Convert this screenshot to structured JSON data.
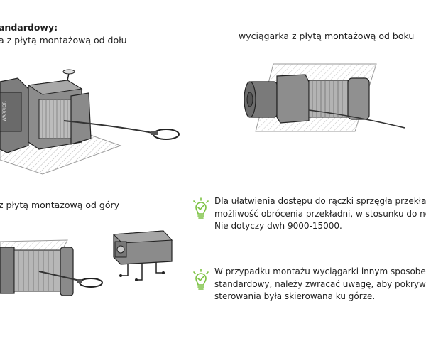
{
  "section": {
    "heading": "andardowy:",
    "caption_bottom_mount": "a z płytą montażową od dołu",
    "caption_side_mount": "wyciągarka z płytą montażową od boku",
    "caption_top_mount": "z płytą montażową od góry"
  },
  "tips": [
    {
      "icon": "lightbulb-check-icon",
      "lines": [
        "Dla ułatwienia dostępu do rączki sprzęgła przekładni",
        "możliwość obrócenia przekładni, w stosunku do nóg",
        "Nie dotyczy dwh 9000-15000."
      ]
    },
    {
      "icon": "lightbulb-check-icon",
      "lines": [
        "W przypadku montażu wyciągarki innym sposobem",
        "standardowy, należy zwracać uwagę, aby pokrywa s",
        "sterowania była skierowana ku górze."
      ]
    }
  ],
  "colors": {
    "tip_green": "#7cc242",
    "body_gray": "#8a8a8a",
    "body_dark": "#555555",
    "outline": "#222222"
  }
}
